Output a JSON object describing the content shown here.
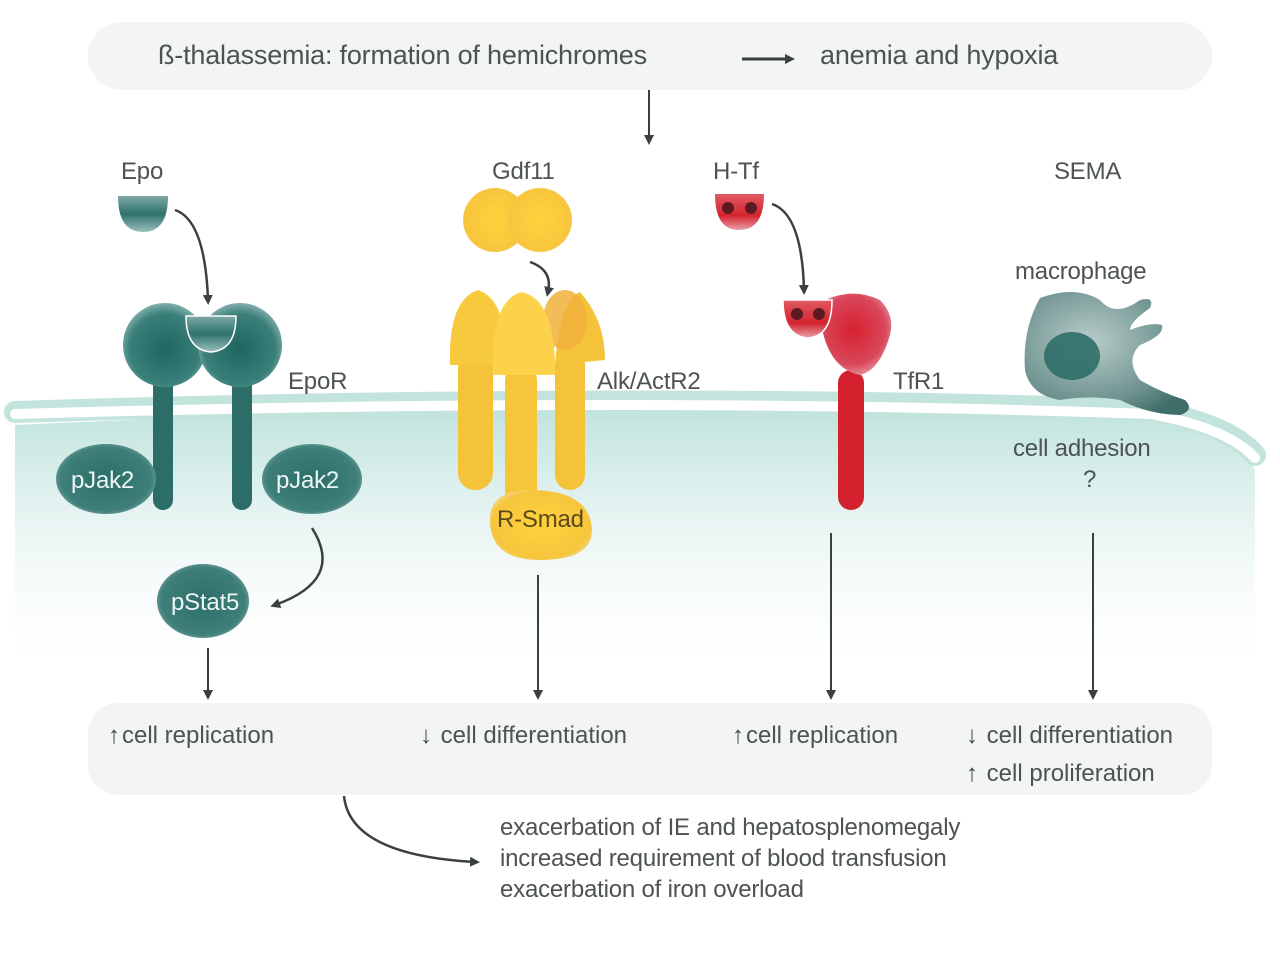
{
  "header": {
    "cause": "ß-thalassemia: formation of hemichromes",
    "effect": "anemia and hypoxia"
  },
  "pathways": [
    {
      "ligand": "Epo",
      "receptor": "EpoR",
      "kinases": [
        "pJak2",
        "pJak2"
      ],
      "effector": "pStat5",
      "color": "#2d6e68",
      "outcomes": [
        {
          "direction": "up",
          "arrow": "↑",
          "text": "cell replication"
        }
      ]
    },
    {
      "ligand": "Gdf11",
      "receptor": "Alk/ActR2",
      "effector": "R-Smad",
      "color": "#f5c43a",
      "outcomes": [
        {
          "direction": "down",
          "arrow": "↓",
          "text": "cell differentiation"
        }
      ]
    },
    {
      "ligand": "H-Tf",
      "receptor": "TfR1",
      "color": "#d42a35",
      "outcomes": [
        {
          "direction": "up",
          "arrow": "↑",
          "text": "cell replication"
        }
      ]
    },
    {
      "ligand": "SEMA",
      "cell": "macrophage",
      "mechanism": "cell adhesion",
      "mechanism_note": "?",
      "color": "#4f7d78",
      "outcomes": [
        {
          "direction": "down",
          "arrow": "↓",
          "text": "cell differentiation"
        },
        {
          "direction": "up",
          "arrow": "↑",
          "text": "cell proliferation"
        }
      ]
    }
  ],
  "consequences": [
    "exacerbation of IE and hepatosplenomegaly",
    "increased requirement of blood transfusion",
    "exacerbation of iron overload"
  ],
  "colors": {
    "membrane": "#cfe9e4",
    "cytoplasm": "#d9efeb",
    "arrow": "#3a3f40",
    "panel": "#f3f5f5"
  }
}
